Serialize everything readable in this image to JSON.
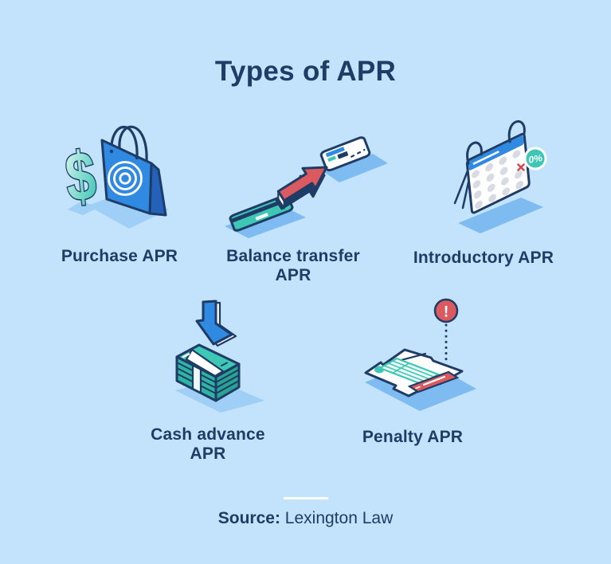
{
  "title": "Types of APR",
  "items": [
    {
      "label": "Purchase APR",
      "icon": "shopping-bag-dollar-icon",
      "glyph": "$"
    },
    {
      "label": "Balance transfer APR",
      "icon": "credit-card-transfer-icon"
    },
    {
      "label": "Introductory APR",
      "icon": "calendar-zero-percent-icon",
      "badge": "0%"
    },
    {
      "label": "Cash advance APR",
      "icon": "cash-stack-down-arrow-icon"
    },
    {
      "label": "Penalty APR",
      "icon": "penalty-document-icon",
      "glyph": "!"
    }
  ],
  "source": {
    "label": "Source:",
    "value": "Lexington Law"
  },
  "colors": {
    "background": "#c3e2fb",
    "navy": "#1e3c66",
    "blue": "#308ae2",
    "blue_dark": "#2361ba",
    "teal": "#3fc7b5",
    "teal_front": "#2eb4a2",
    "teal_side": "#29a392",
    "red": "#db5a5f",
    "shadow_light": "#9fcef6",
    "shadow_medium": "#7ebbf0",
    "dot_gray": "#d8dbe3"
  }
}
